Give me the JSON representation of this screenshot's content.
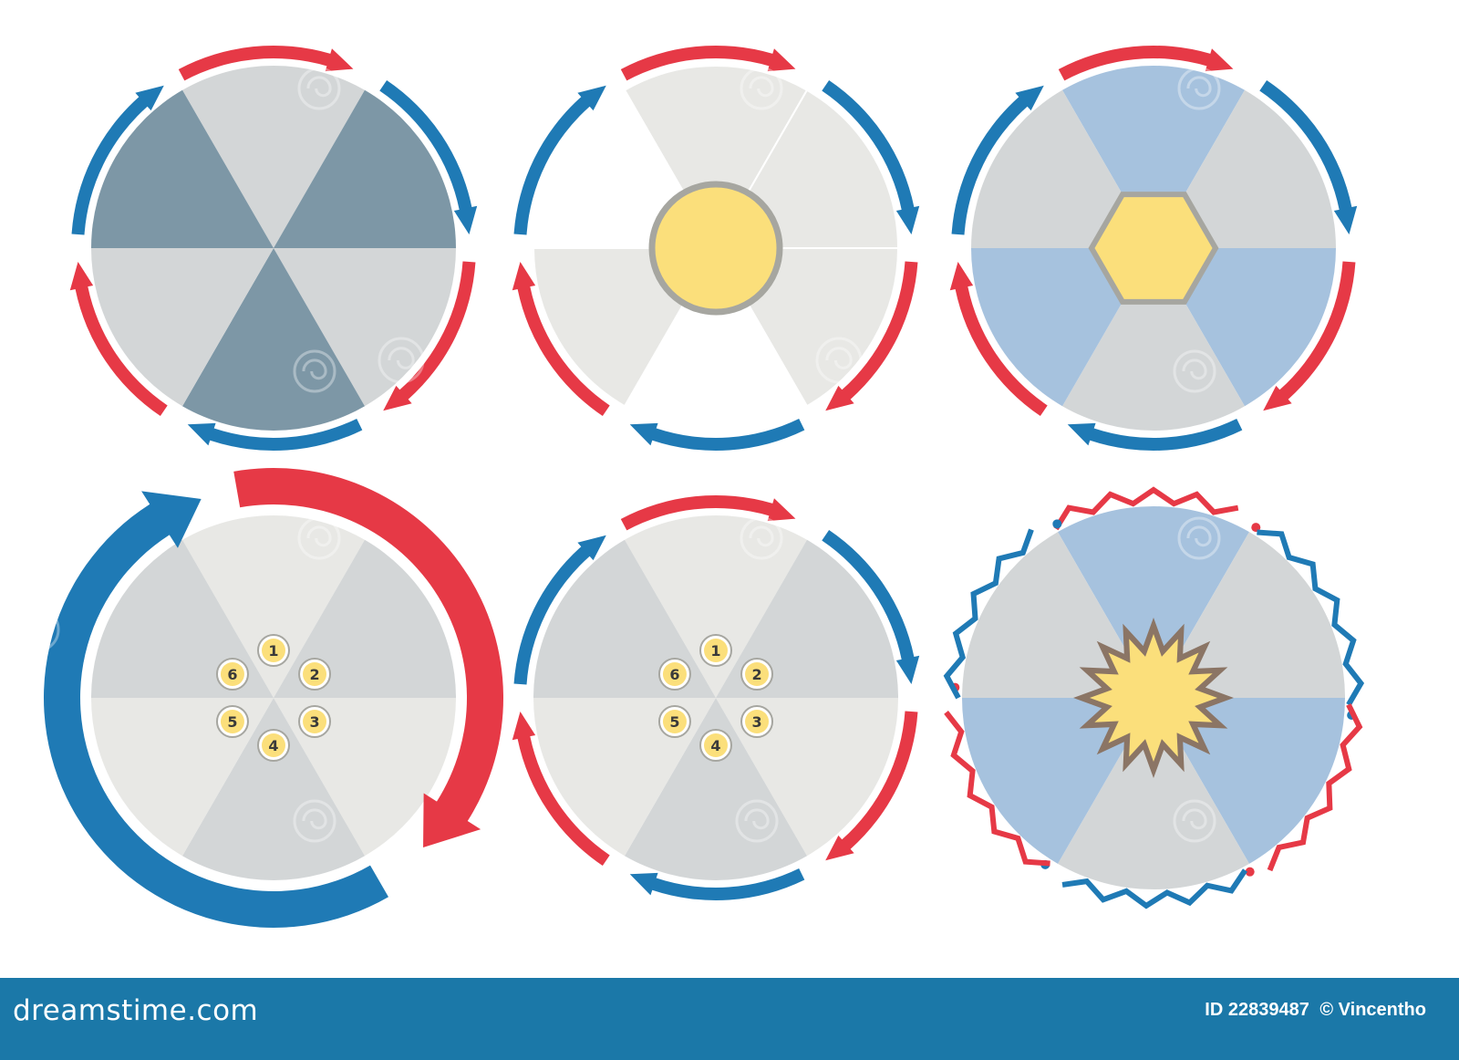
{
  "diagrams": [
    {
      "id": "d1",
      "center": "none",
      "numbers": false
    },
    {
      "id": "d2",
      "center": "circle",
      "numbers": false
    },
    {
      "id": "d3",
      "center": "hexagon",
      "numbers": false
    },
    {
      "id": "d4",
      "center": "number-badges",
      "numbers": true
    },
    {
      "id": "d5",
      "center": "number-badges",
      "numbers": true
    },
    {
      "id": "d6",
      "center": "starburst",
      "numbers": false
    }
  ],
  "badge_labels": [
    "1",
    "2",
    "3",
    "4",
    "5",
    "6"
  ],
  "watermark_text": "dreamstime",
  "footer": {
    "brand": "dreamstime.com",
    "id_label": "ID 22839487",
    "copyright": "© Vincentho"
  },
  "colors": {
    "red_arrow": "#e63946",
    "blue_arrow": "#1f7ab5",
    "slice_gray": "#d3d6d7",
    "slice_dark": "#7d97a6",
    "slice_blue": "#a6c2de",
    "slice_light": "#e8e8e5",
    "center_yellow": "#fbdf7b",
    "center_border": "#a6a6a0",
    "star_brown": "#8b7565",
    "footer_bg": "#1b78a8"
  }
}
